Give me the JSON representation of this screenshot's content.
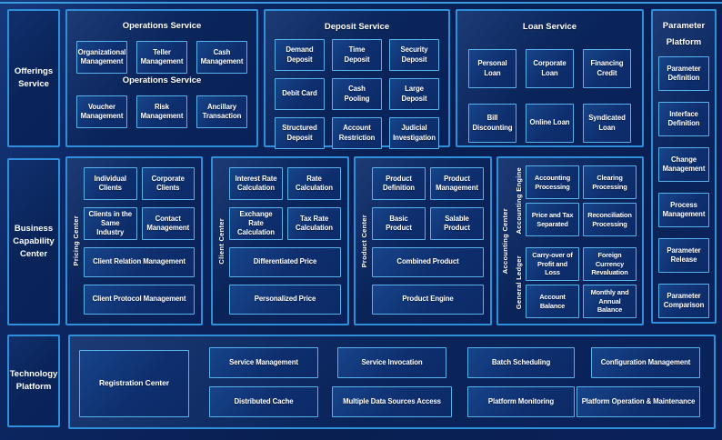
{
  "diagram": {
    "left_rail": {
      "items": [
        "Offerings Service",
        "Business Capability Center",
        "Technology Platform"
      ]
    },
    "operations": {
      "title": "Operations Service",
      "mid_label": "Operations Service",
      "row1": [
        "Organizational Management",
        "Teller Management",
        "Cash Management"
      ],
      "row2": [
        "Voucher Management",
        "Risk Management",
        "Ancillary Transaction"
      ]
    },
    "deposit": {
      "title": "Deposit Service",
      "items": [
        "Demand Deposit",
        "Time Deposit",
        "Security Deposit",
        "Debit Card",
        "Cash Pooling",
        "Large Deposit",
        "Structured Deposit",
        "Account Restriction",
        "Judicial Investigation"
      ]
    },
    "loan": {
      "title": "Loan Service",
      "items": [
        "Personal Loan",
        "Corporate Loan",
        "Financing Credit",
        "Bill Discounting",
        "Online Loan",
        "Syndicated Loan"
      ]
    },
    "parameter_platform": {
      "title": "Parameter Platform",
      "items": [
        "Parameter Definition",
        "Interface Definition",
        "Change Management",
        "Process Management",
        "Parameter Release",
        "Parameter Comparison"
      ]
    },
    "pricing_center": {
      "label": "Pricing Center",
      "small": [
        "Individual Clients",
        "Corporate Clients",
        "Clients in the Same Industry",
        "Contact Management"
      ],
      "wide": [
        "Client Relation Management",
        "Client Protocol Management"
      ]
    },
    "client_center": {
      "label": "Client Center",
      "small": [
        "Interest Rate Calculation",
        "Rate Calculation",
        "Exchange Rate Calculation",
        "Tax Rate Calculation"
      ],
      "wide": [
        "Differentiated Price",
        "Personalized Price"
      ]
    },
    "product_center": {
      "label": "Product Center",
      "small": [
        "Product Definition",
        "Product Management",
        "Basic Product",
        "Salable Product"
      ],
      "wide": [
        "Combined Product",
        "Product Engine"
      ]
    },
    "accounting_center": {
      "label": "Accounting Center",
      "groups": [
        {
          "label": "Accounting Engine",
          "items": [
            "Accounting Processing",
            "Clearing Processing",
            "Price and Tax Separated",
            "Reconciliation Processing"
          ]
        },
        {
          "label": "General Ledger",
          "items": [
            "Carry-over of Profit and Loss",
            "Foreign Currency Revaluation",
            "Account Balance",
            "Monthly and Annual Balance"
          ]
        }
      ]
    },
    "technology": {
      "registration": "Registration Center",
      "columns": [
        [
          "Service Management",
          "Distributed Cache"
        ],
        [
          "Service Invocation",
          "Multiple Data Sources Access"
        ],
        [
          "Batch Scheduling",
          "Platform Monitoring"
        ],
        [
          "Configuration Management",
          "Platform Operation & Maintenance"
        ]
      ]
    },
    "colors": {
      "background": "#0a2158",
      "panel_border": "#2f90d9",
      "box_border": "#5ab2ec",
      "text": "#ffffff"
    }
  }
}
